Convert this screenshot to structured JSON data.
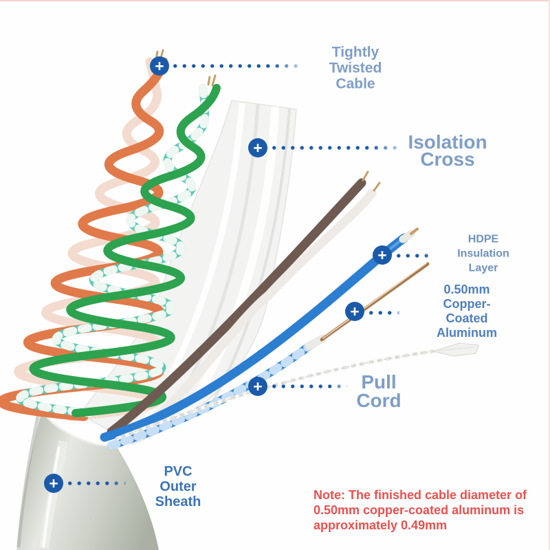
{
  "marker_symbol": "+",
  "colors": {
    "marker_blue": "#1b5aa9",
    "leader_dots": "#1b5aa9",
    "note_red": "#e8514e",
    "label_light_blue": "#7e9ec7",
    "label_medium_blue": "#6e92bd",
    "label_strong_blue": "#4e7ec0",
    "label_deep_blue": "#3b74b8",
    "page_edge_pink": "#f6d2d0"
  },
  "callouts": [
    {
      "id": "tightly-twisted-cable",
      "label": "Tightly Twisted\nCable",
      "color": "#7e9ec7"
    },
    {
      "id": "isolation-cross",
      "label": "Isolation\nCross",
      "color": "#7e9ec7"
    },
    {
      "id": "hdpe-insulation-layer",
      "label": "HDPE Insulation\nLayer",
      "color": "#6e92bd"
    },
    {
      "id": "copper-coated-aluminum",
      "label": "0.50mm Copper-Coated\nAluminum",
      "color": "#4e7ec0"
    },
    {
      "id": "pull-cord",
      "label": "Pull\nCord",
      "color": "#7e9ec7"
    },
    {
      "id": "pvc-outer-sheath",
      "label": "PVC Outer\nSheath",
      "color": "#3b74b8"
    }
  ],
  "note": {
    "text": "Note: The finished cable diameter of 0.50mm copper-coated aluminum is approximately 0.49mm",
    "color": "#e8514e"
  },
  "cable_parts": {
    "orange_pair_colors": [
      "#e07a4a",
      "#f3dccf"
    ],
    "green_pair_colors": [
      "#2da24f",
      "#5ec9b5"
    ],
    "brown_pair_colors": [
      "#6f5a52",
      "#eeebe6"
    ],
    "blue_pair_colors": [
      "#2c7ed1",
      "#d6e9fa"
    ],
    "copper_wire_color": "#a87a50",
    "pull_cord_color": "#e8e8e5",
    "isolation_film_color": "#f3f4f2",
    "pvc_sheath_color": "#ccd0c8"
  }
}
